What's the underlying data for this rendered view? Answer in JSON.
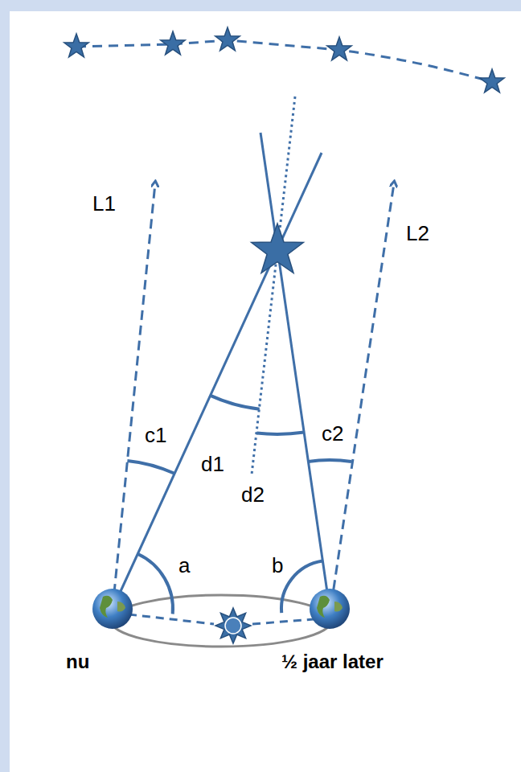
{
  "diagram": {
    "labels": [
      "L1",
      "L2",
      "c1",
      "d1",
      "c2",
      "d2",
      "a",
      "b",
      "nu",
      "½ jaar later"
    ]
  }
}
